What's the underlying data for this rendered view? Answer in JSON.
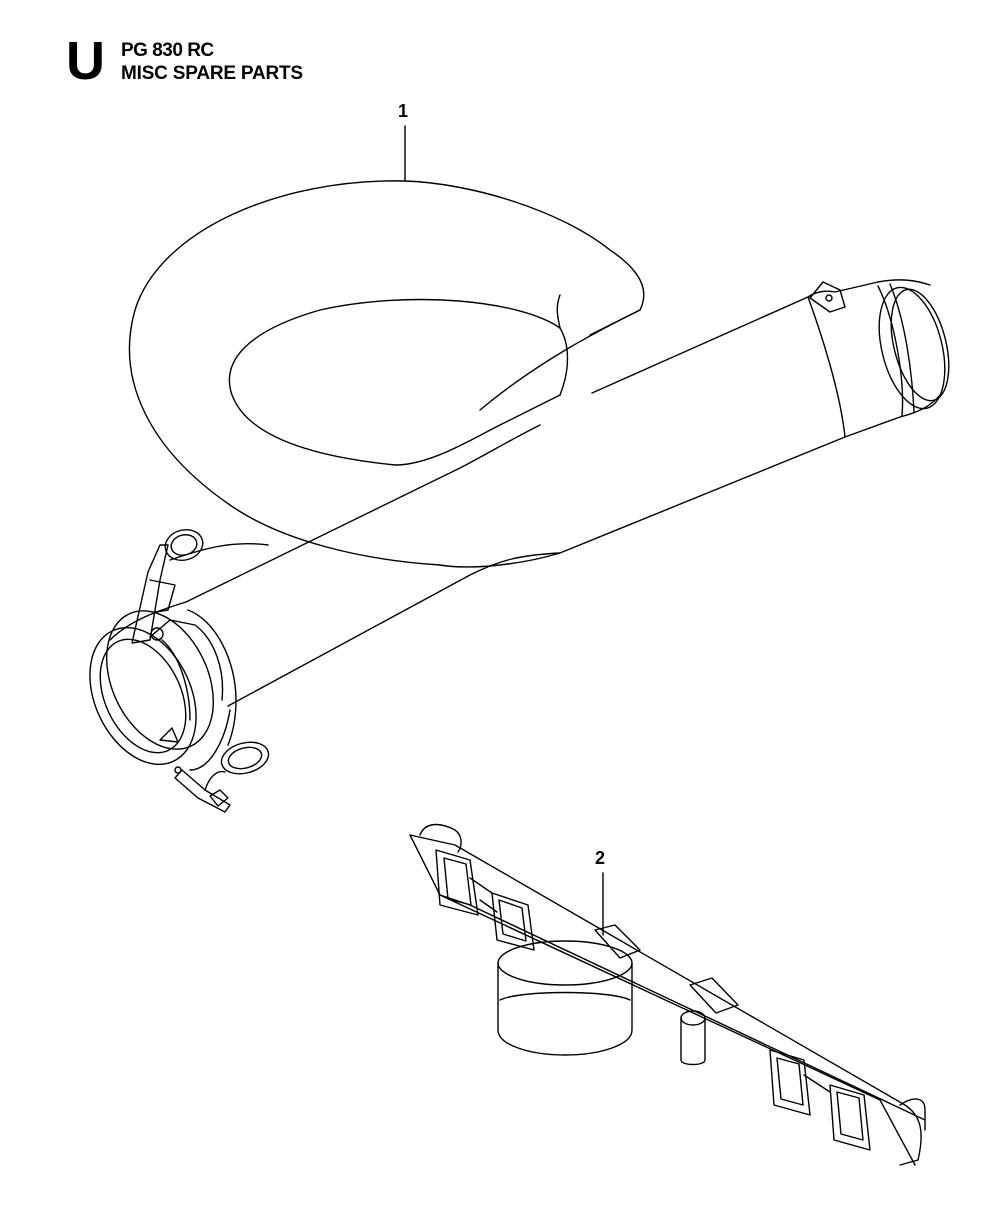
{
  "header": {
    "section_letter": "U",
    "model": "PG 830 RC",
    "page_title": "MISC SPARE PARTS"
  },
  "callouts": [
    {
      "number": "1",
      "part": "hose"
    },
    {
      "number": "2",
      "part": "strap"
    }
  ]
}
